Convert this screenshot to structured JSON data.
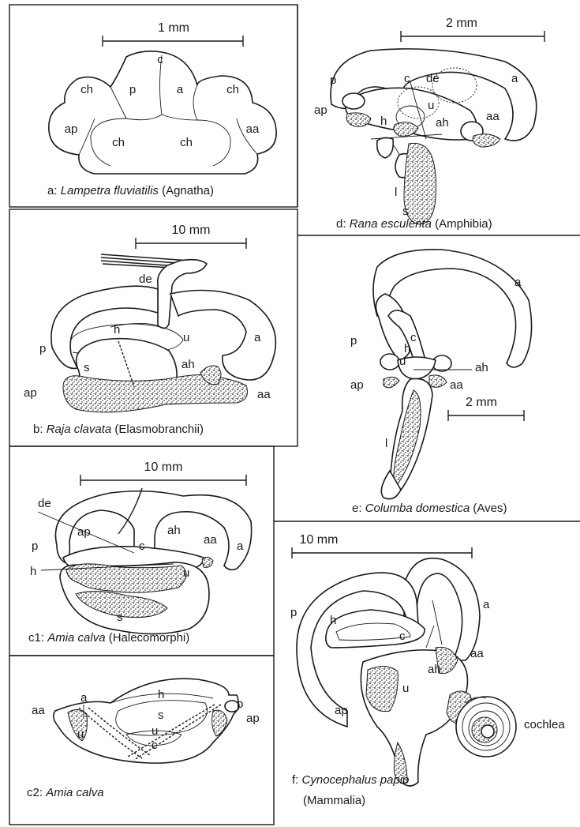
{
  "panels": {
    "a": {
      "scale": "1 mm",
      "caption_prefix": "a: ",
      "caption_species": "Lampetra fluviatilis",
      "caption_group": " (Agnatha)",
      "labels": {
        "c": "c",
        "ch1": "ch",
        "ch2": "ch",
        "ch3": "ch",
        "ch4": "ch",
        "p": "p",
        "a": "a",
        "ap": "ap",
        "aa": "aa"
      }
    },
    "b": {
      "scale": "10 mm",
      "caption_prefix": "b: ",
      "caption_species": "Raja clavata",
      "caption_group": " (Elasmobranchii)",
      "labels": {
        "de": "de",
        "p": "p",
        "h": "h",
        "u": "u",
        "a": "a",
        "s": "s",
        "ah": "ah",
        "ap": "ap",
        "aa": "aa"
      }
    },
    "c1": {
      "scale": "10 mm",
      "caption_prefix": "c1: ",
      "caption_species": "Amia calva",
      "caption_group": " (Halecomorphi)",
      "labels": {
        "de": "de",
        "p": "p",
        "ap": "ap",
        "c": "c",
        "ah": "ah",
        "aa": "aa",
        "a": "a",
        "h": "h",
        "u": "u",
        "s": "s"
      }
    },
    "c2": {
      "caption_prefix": "c2: ",
      "caption_species": "Amia calva",
      "caption_group": "",
      "labels": {
        "h": "h",
        "p": "p",
        "a": "a",
        "aa": "aa",
        "s": "s",
        "ap": "ap",
        "u1": "u",
        "u2": "u",
        "c": "c"
      }
    },
    "d": {
      "scale": "2 mm",
      "caption_prefix": "d: ",
      "caption_species": "Rana esculenta",
      "caption_group": " (Amphibia)",
      "labels": {
        "p": "p",
        "c": "c",
        "de": "de",
        "a": "a",
        "u": "u",
        "ap": "ap",
        "h": "h",
        "ah": "ah",
        "aa": "aa",
        "l": "l",
        "s": "s"
      }
    },
    "e": {
      "scale": "2 mm",
      "caption_prefix": "e: ",
      "caption_species": "Columba domestica",
      "caption_group": " (Aves)",
      "labels": {
        "a": "a",
        "p": "p",
        "c": "c",
        "h": "h",
        "u": "u",
        "ah": "ah",
        "ap": "ap",
        "aa": "aa",
        "l": "l"
      }
    },
    "f": {
      "scale": "10 mm",
      "caption_prefix": "f: ",
      "caption_species": "Cynocephalus papio",
      "caption_group": "(Mammalia)",
      "labels": {
        "p": "p",
        "h": "h",
        "c": "c",
        "a": "a",
        "aa": "aa",
        "ah": "ah",
        "u": "u",
        "ap": "ap",
        "cochlea": "cochlea"
      }
    }
  }
}
